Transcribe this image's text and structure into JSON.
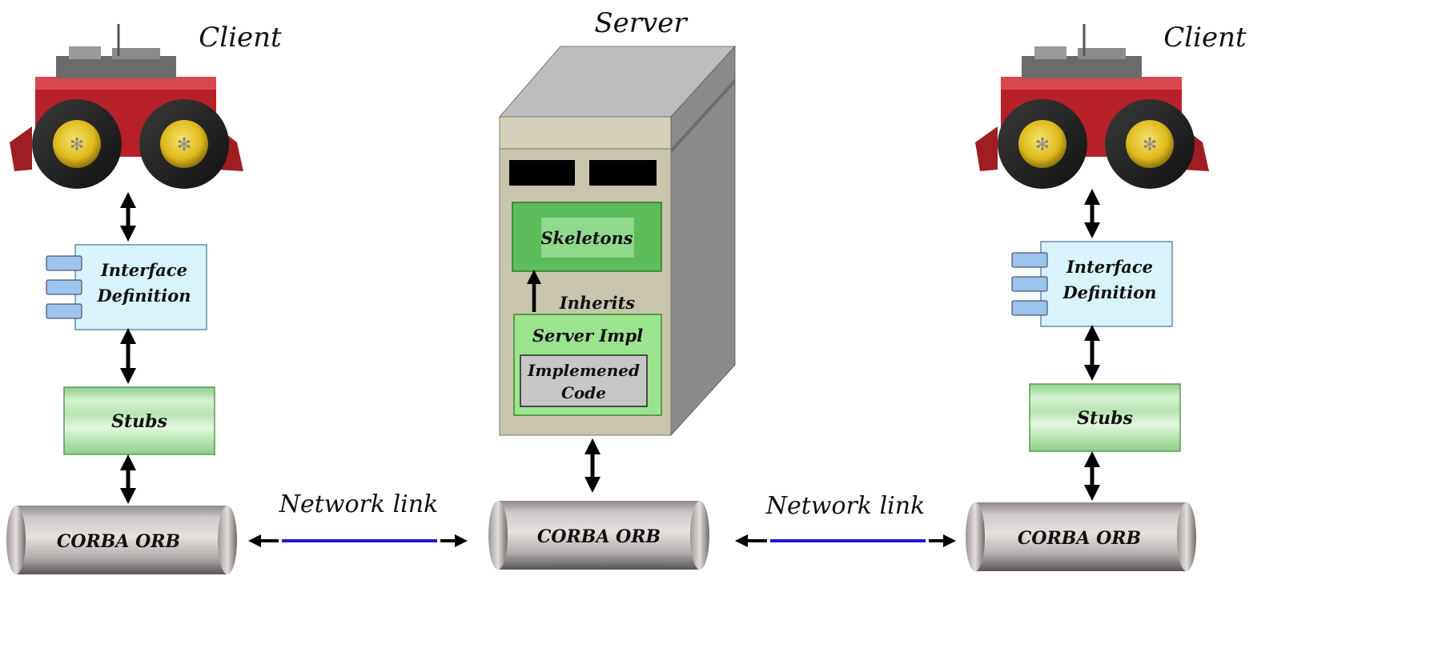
{
  "left_client": {
    "title": "Client",
    "interface_label_line1": "Interface",
    "interface_label_line2": "Definition",
    "stubs_label": "Stubs",
    "orb_label": "CORBA ORB"
  },
  "right_client": {
    "title": "Client",
    "interface_label_line1": "Interface",
    "interface_label_line2": "Definition",
    "stubs_label": "Stubs",
    "orb_label": "CORBA ORB"
  },
  "server": {
    "title": "Server",
    "skeletons_label": "Skeletons",
    "inherits_label": "Inherits",
    "server_impl_label": "Server Impl",
    "impl_code_line1": "Implemened",
    "impl_code_line2": "Code",
    "orb_label": "CORBA ORB"
  },
  "network_links": {
    "left_label": "Network link",
    "right_label": "Network link"
  },
  "colors": {
    "robot_body": "#b8202a",
    "wheel_hub": "#e3c21e",
    "interface_box": "#d8f4fb",
    "module_tab": "#9cc4ec",
    "stubs_green": "#bfe8b8",
    "skeleton_green": "#5cbd5c",
    "server_body": "#c9c4ac",
    "link_blue": "#1a1ad0"
  }
}
